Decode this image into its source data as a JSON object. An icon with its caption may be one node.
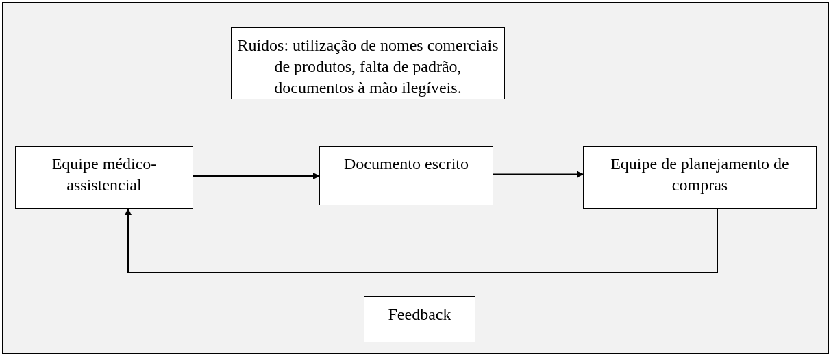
{
  "diagram": {
    "nodes": [
      {
        "text": [
          "Equipe médico-assistencial"
        ]
      },
      {
        "text": [
          "Documento escrito"
        ]
      },
      {
        "text": [
          "Equipe de planejamento de compras"
        ]
      },
      {
        "text": [
          "Ruídos: utilização de nomes comerciais de produtos, falta de padrão, documentos à mão ilegíveis."
        ]
      },
      {
        "text": [
          "Feedback"
        ]
      }
    ],
    "edges": [
      {
        "from": 0,
        "to": 1,
        "arrow": "to"
      },
      {
        "from": 1,
        "to": 2,
        "arrow": "to"
      },
      {
        "from": 2,
        "to": 0,
        "arrow": "to"
      }
    ]
  }
}
